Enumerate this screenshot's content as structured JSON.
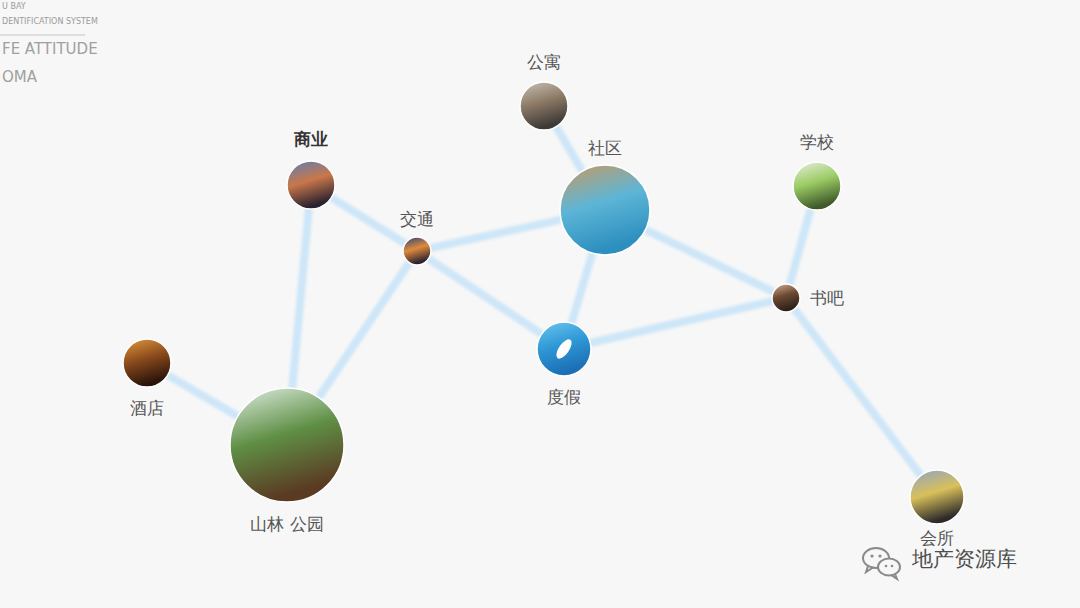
{
  "diagram": {
    "nodes": [
      {
        "text": [
          "公寓"
        ]
      },
      {
        "text": [
          "商业"
        ]
      },
      {
        "text": [
          "社区"
        ]
      },
      {
        "text": [
          "学校"
        ]
      },
      {
        "text": [
          "交通"
        ]
      },
      {
        "text": [
          "书吧"
        ]
      },
      {
        "text": [
          "度假"
        ]
      },
      {
        "text": [
          "酒店"
        ]
      },
      {
        "text": [
          "山林 公园"
        ]
      },
      {
        "text": [
          "会所"
        ]
      }
    ],
    "edges": [
      {
        "from": 0,
        "to": 2,
        "arrow": "none"
      },
      {
        "from": 1,
        "to": 4,
        "arrow": "none"
      },
      {
        "from": 4,
        "to": 2,
        "arrow": "none"
      },
      {
        "from": 1,
        "to": 8,
        "arrow": "none"
      },
      {
        "from": 4,
        "to": 8,
        "arrow": "none"
      },
      {
        "from": 4,
        "to": 6,
        "arrow": "none"
      },
      {
        "from": 2,
        "to": 6,
        "arrow": "none"
      },
      {
        "from": 2,
        "to": 5,
        "arrow": "none"
      },
      {
        "from": 3,
        "to": 5,
        "arrow": "none"
      },
      {
        "from": 6,
        "to": 5,
        "arrow": "none"
      },
      {
        "from": 5,
        "to": 9,
        "arrow": "none"
      },
      {
        "from": 7,
        "to": 8,
        "arrow": "none"
      }
    ],
    "labels": [
      "U BAY",
      "DENTIFICATION SYSTEM",
      "FE ATTITUDE",
      "OMA",
      "地产资源库"
    ]
  }
}
